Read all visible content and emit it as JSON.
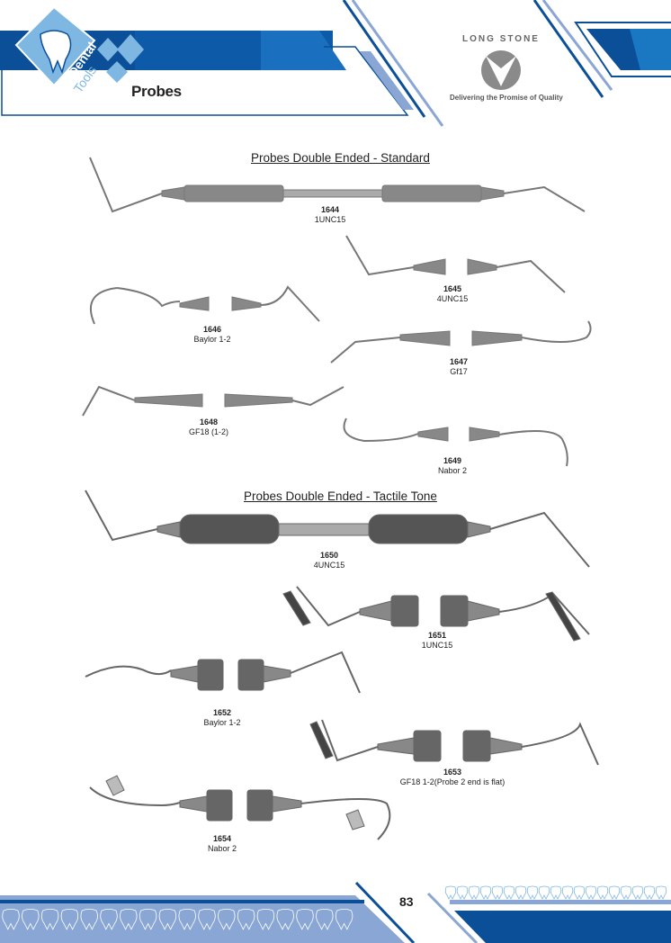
{
  "header": {
    "brand_line1": "Dental",
    "brand_line2": "Tools",
    "page_title": "Probes",
    "logo_text": "LONG STONE",
    "tagline": "Delivering the Promise of Quality"
  },
  "sections": [
    {
      "title": "Probes Double Ended - Standard",
      "products": [
        {
          "code": "1644",
          "name": "1UNC15"
        },
        {
          "code": "1645",
          "name": "4UNC15"
        },
        {
          "code": "1646",
          "name": "Baylor 1-2"
        },
        {
          "code": "1647",
          "name": "Gf17"
        },
        {
          "code": "1648",
          "name": "GF18 (1-2)"
        },
        {
          "code": "1649",
          "name": "Nabor 2"
        }
      ]
    },
    {
      "title": "Probes Double Ended - Tactile Tone",
      "products": [
        {
          "code": "1650",
          "name": "4UNC15"
        },
        {
          "code": "1651",
          "name": "1UNC15"
        },
        {
          "code": "1652",
          "name": "Baylor 1-2"
        },
        {
          "code": "1653",
          "name": "GF18 1-2(Probe 2 end is flat)"
        },
        {
          "code": "1654",
          "name": "Nabor 2"
        }
      ]
    }
  ],
  "footer": {
    "page_number": "83"
  },
  "colors": {
    "primary_blue": "#0a4f98",
    "light_blue": "#8aa6d4",
    "sky_blue": "#7fb7e3",
    "instrument_gray": "#7a7a7a",
    "grip_gray": "#555555"
  }
}
